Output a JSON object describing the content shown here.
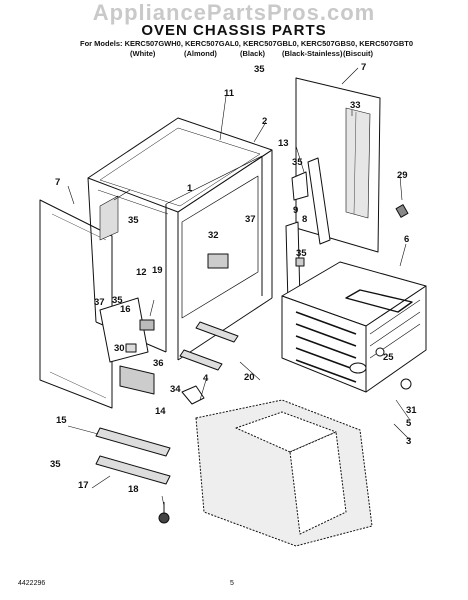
{
  "watermark": "AppliancePartsPros.com",
  "title": "OVEN CHASSIS PARTS",
  "models_line": "For Models: KERC507GWH0, KERC507GAL0, KERC507GBL0, KERC507GBS0, KERC507GBT0",
  "colors": [
    "(White)",
    "(Almond)",
    "(Black)",
    "(Black-Stainless)",
    "(Biscuit)"
  ],
  "part_numbers": [
    "1",
    "2",
    "3",
    "4",
    "5",
    "6",
    "7",
    "7",
    "8",
    "9",
    "11",
    "12",
    "13",
    "14",
    "15",
    "16",
    "17",
    "18",
    "19",
    "20",
    "25",
    "29",
    "30",
    "31",
    "32",
    "33",
    "34",
    "35",
    "35",
    "35",
    "35",
    "35",
    "35",
    "36",
    "37",
    "37"
  ],
  "footer": {
    "doc_number": "4422296",
    "page": "5"
  }
}
